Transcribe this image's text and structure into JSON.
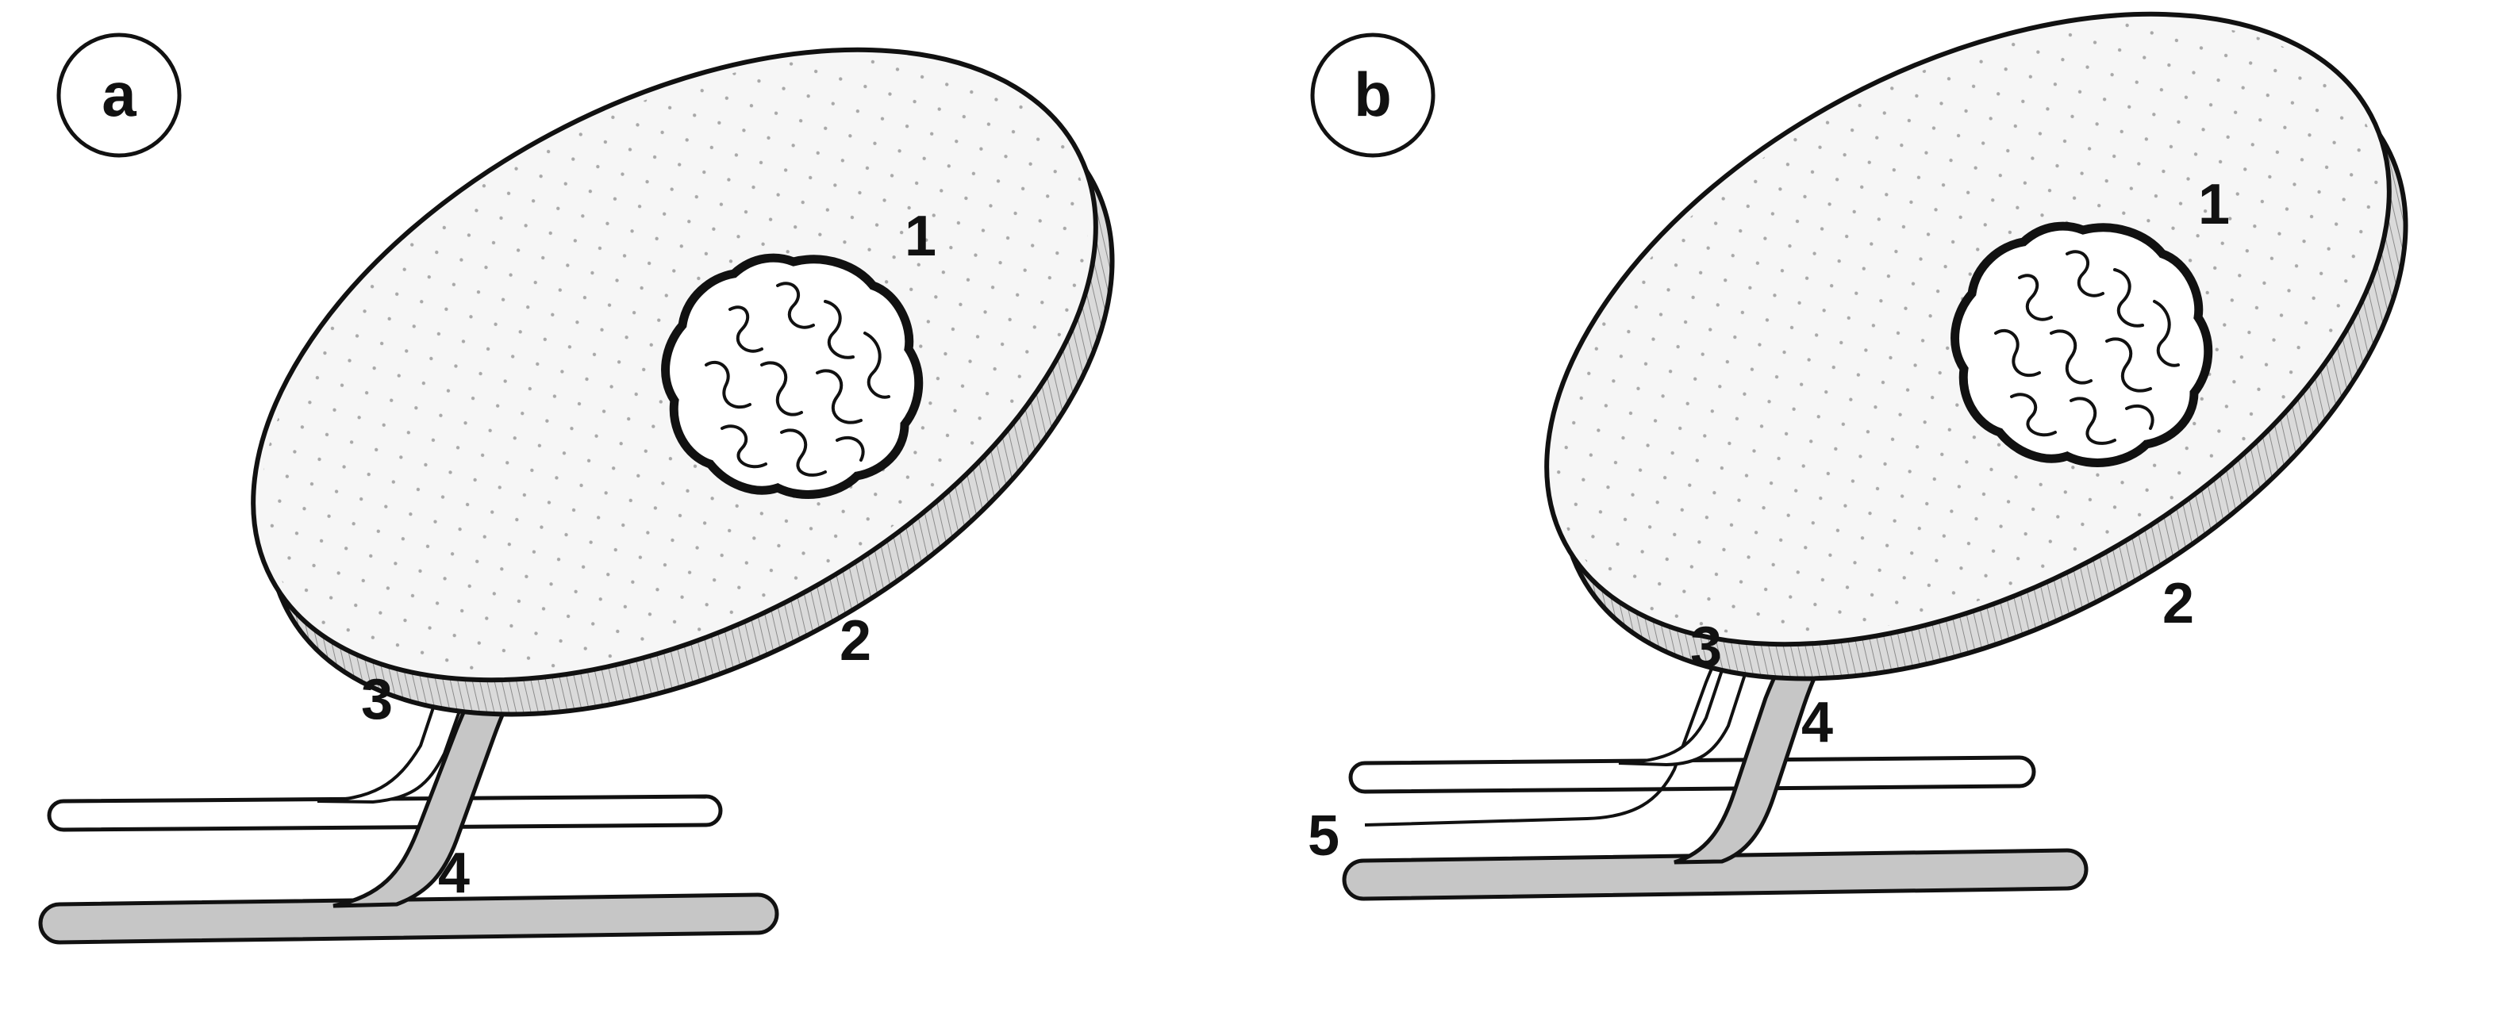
{
  "panels": [
    {
      "letter": "a",
      "labels": {
        "1": "1",
        "2": "2",
        "3": "3",
        "4": "4"
      }
    },
    {
      "letter": "b",
      "labels": {
        "1": "1",
        "2": "2",
        "3": "3",
        "4": "4",
        "5": "5"
      }
    }
  ],
  "colors": {
    "outline": "#111111",
    "disc_face": "#f6f6f6",
    "disc_edge": "#d7d7d7",
    "gray_fiber": "#c7c7c7",
    "white_fiber": "#ffffff"
  }
}
